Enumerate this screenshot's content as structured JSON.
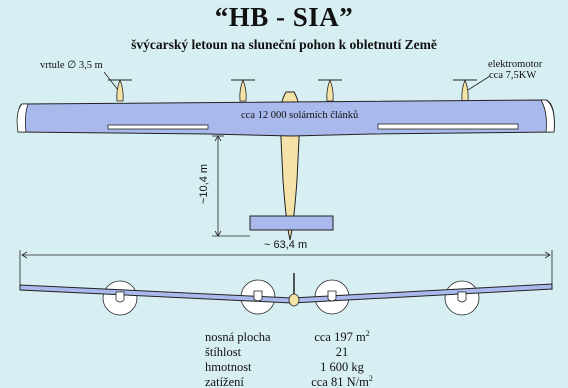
{
  "title": "“HB - SIA”",
  "subtitle": "švýcarský letoun na sluneční pohon k obletnutí Země",
  "labels": {
    "propeller": "vrtule ∅ 3,5 m",
    "motor_line1": "elektromotor",
    "motor_line2": "cca 7,5KW",
    "cells": "cca 12 000 solárních článků",
    "length": "~10,4 m",
    "span": "~ 63,4 m"
  },
  "specs": [
    {
      "label": "nosná plocha",
      "value": "cca 197 m",
      "sup": "2"
    },
    {
      "label": "štíhlost",
      "value": "21",
      "sup": ""
    },
    {
      "label": "hmotnost",
      "value": "1 600 kg",
      "sup": ""
    },
    {
      "label": "zatížení",
      "value": "cca 81 N/m",
      "sup": "2"
    }
  ],
  "colors": {
    "background": "#d7eef2",
    "wing": "#a9b9ec",
    "fuselage": "#f4e2a8",
    "outline": "#222222"
  }
}
